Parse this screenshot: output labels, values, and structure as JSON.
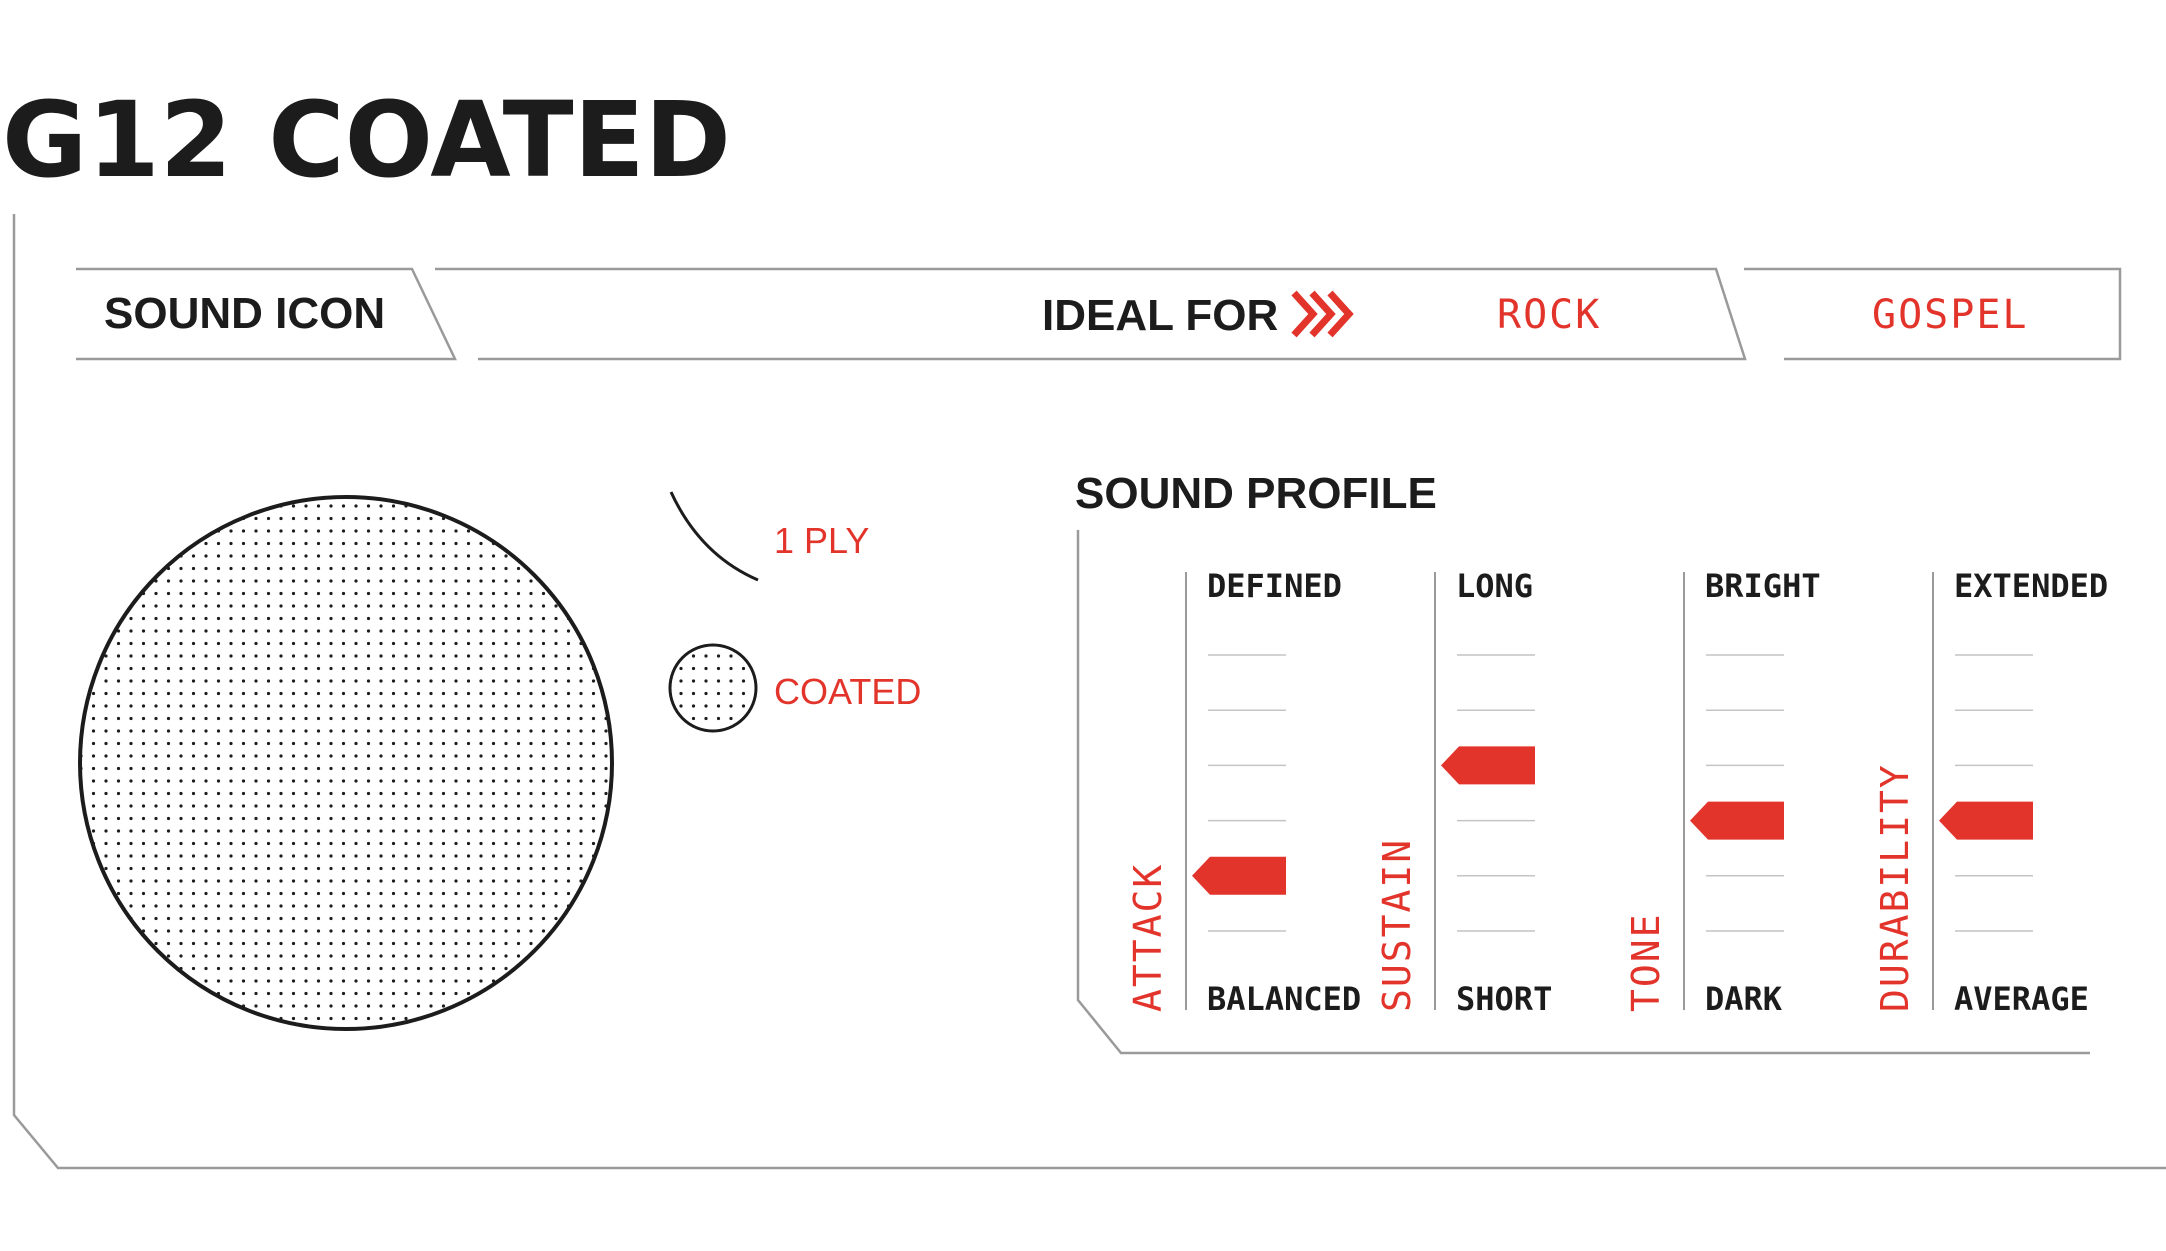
{
  "title": "G12 COATED",
  "header": {
    "sound_icon_label": "SOUND ICON",
    "ideal_for_label": "IDEAL FOR",
    "genres": [
      "ROCK",
      "GOSPEL"
    ]
  },
  "icon": {
    "ply_label": "1 PLY",
    "finish_label": "COATED"
  },
  "sound_profile": {
    "title": "SOUND PROFILE",
    "levels": 6,
    "sliders": [
      {
        "name": "ATTACK",
        "top": "DEFINED",
        "bottom": "BALANCED",
        "value": 1
      },
      {
        "name": "SUSTAIN",
        "top": "LONG",
        "bottom": "SHORT",
        "value": 3
      },
      {
        "name": "TONE",
        "top": "BRIGHT",
        "bottom": "DARK",
        "value": 2
      },
      {
        "name": "DURABILITY",
        "top": "EXTENDED",
        "bottom": "AVERAGE",
        "value": 2
      }
    ]
  },
  "colors": {
    "accent": "#e2342b",
    "ink": "#1c1c1c",
    "frame": "#9a9a9a"
  }
}
